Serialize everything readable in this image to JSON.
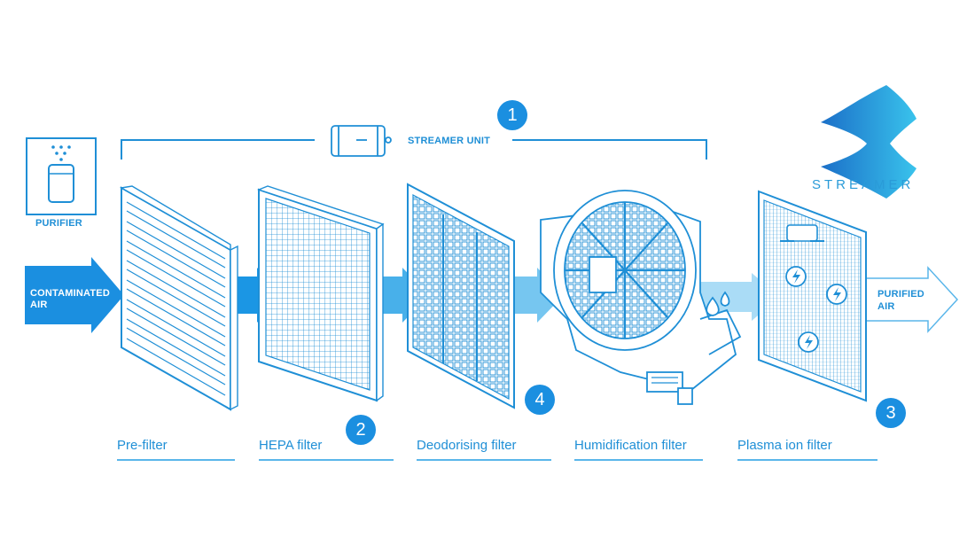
{
  "purifier": {
    "label": "PURIFIER",
    "icon": "purifier-icon"
  },
  "airflow": {
    "input_label_line1": "CONTAMINATED",
    "input_label_line2": "AIR",
    "output_label_line1": "PURIFIED",
    "output_label_line2": "AIR"
  },
  "streamer_unit": {
    "label": "STREAMER UNIT",
    "icon": "streamer-unit-icon"
  },
  "brand": {
    "name": "STREAMER",
    "logo": "streamer-logo"
  },
  "badges": [
    "1",
    "2",
    "3",
    "4"
  ],
  "filters": [
    {
      "label": "Pre-filter",
      "icon": "pre-filter-icon"
    },
    {
      "label": "HEPA filter",
      "icon": "hepa-filter-icon"
    },
    {
      "label": "Deodorising filter",
      "icon": "deodorising-filter-icon"
    },
    {
      "label": "Humidification filter",
      "icon": "humidification-filter-icon"
    },
    {
      "label": "Plasma ion filter",
      "icon": "plasma-ion-filter-icon"
    }
  ],
  "colors": {
    "primary": "#1b8fe0",
    "line": "#1f8fd6",
    "light": "#aadcf6"
  }
}
